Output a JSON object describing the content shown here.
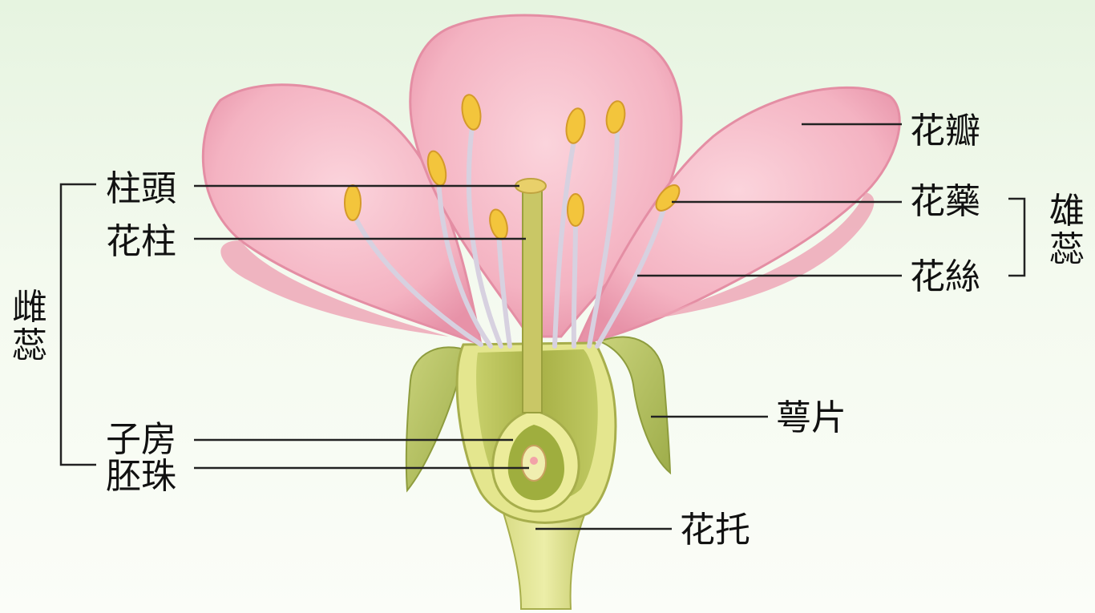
{
  "labels": {
    "stigma": "柱頭",
    "style": "花柱",
    "ovary": "子房",
    "ovule": "胚珠",
    "petal": "花瓣",
    "anther": "花藥",
    "filament": "花絲",
    "sepal": "萼片",
    "receptacle": "花托",
    "pistil": "雌蕊",
    "stamen": "雄蕊"
  },
  "colors": {
    "petal": "#f4b6c4",
    "petal_edge": "#e48ea4",
    "sepal": "#b8c56a",
    "receptacle": "#c9cf6c",
    "ovary_inner": "#9aa83c",
    "anther": "#f3c53c",
    "filament": "#e8e2ee",
    "leader": "#222222"
  }
}
